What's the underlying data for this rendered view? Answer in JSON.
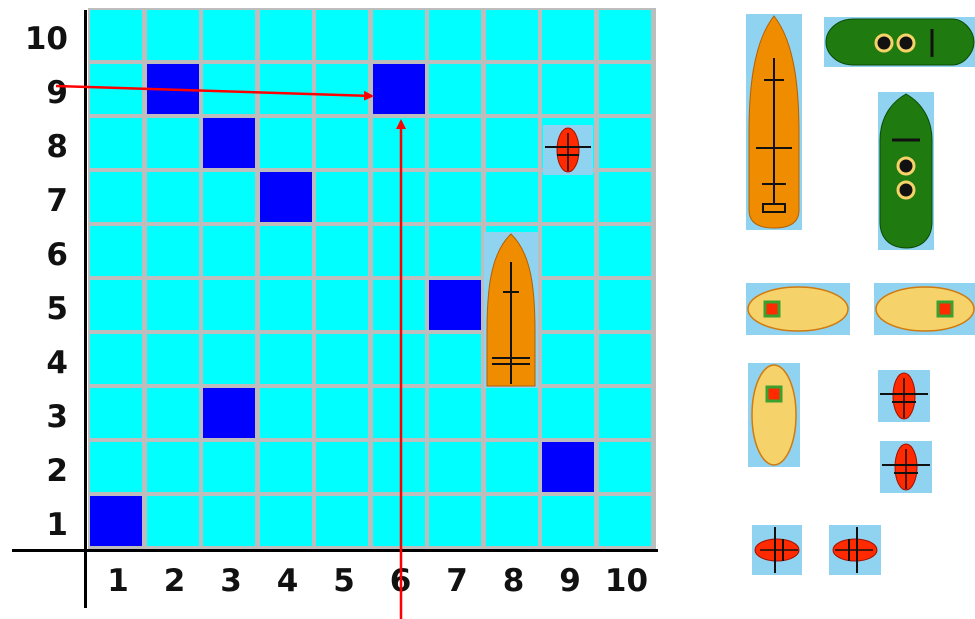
{
  "board": {
    "rows": 10,
    "cols": 10,
    "y_labels": [
      "10",
      "9",
      "8",
      "7",
      "6",
      "5",
      "4",
      "3",
      "2",
      "1"
    ],
    "x_labels": [
      "1",
      "2",
      "3",
      "4",
      "5",
      "6",
      "7",
      "8",
      "9",
      "10"
    ],
    "hit_cells": [
      {
        "col": 2,
        "row": 9
      },
      {
        "col": 6,
        "row": 9
      },
      {
        "col": 3,
        "row": 8
      },
      {
        "col": 4,
        "row": 7
      },
      {
        "col": 7,
        "row": 5
      },
      {
        "col": 3,
        "row": 3
      },
      {
        "col": 9,
        "row": 2
      },
      {
        "col": 1,
        "row": 1
      }
    ],
    "placed_ships": [
      {
        "type": "cruiser",
        "orientation": "vertical",
        "col": 8,
        "rows": [
          4,
          6
        ]
      },
      {
        "type": "submarine",
        "orientation": "vertical",
        "col": 9,
        "rows": [
          8,
          8
        ]
      }
    ],
    "target": {
      "col": 6,
      "row": 9
    }
  },
  "colors": {
    "water": "#00ffff",
    "hit": "#0000ff",
    "grid": "#bdbdbd",
    "arrow": "#ff0000",
    "orange_ship": "#f08c00",
    "green_ship": "#1f7a0f",
    "yellow_ship": "#f5d36a",
    "red_ship": "#ff2a00",
    "tile_bg": "#8fd3f0"
  },
  "fleet_palette": [
    {
      "type": "battleship",
      "color": "orange",
      "orientation": "vertical"
    },
    {
      "type": "destroyer",
      "color": "green",
      "orientation": "horizontal"
    },
    {
      "type": "destroyer",
      "color": "green",
      "orientation": "vertical"
    },
    {
      "type": "tanker",
      "color": "yellow",
      "orientation": "horizontal"
    },
    {
      "type": "tanker",
      "color": "yellow",
      "orientation": "horizontal"
    },
    {
      "type": "tanker",
      "color": "yellow",
      "orientation": "vertical"
    },
    {
      "type": "submarine",
      "color": "red",
      "orientation": "vertical"
    },
    {
      "type": "submarine",
      "color": "red",
      "orientation": "vertical"
    },
    {
      "type": "submarine",
      "color": "red",
      "orientation": "horizontal"
    },
    {
      "type": "submarine",
      "color": "red",
      "orientation": "horizontal"
    }
  ]
}
